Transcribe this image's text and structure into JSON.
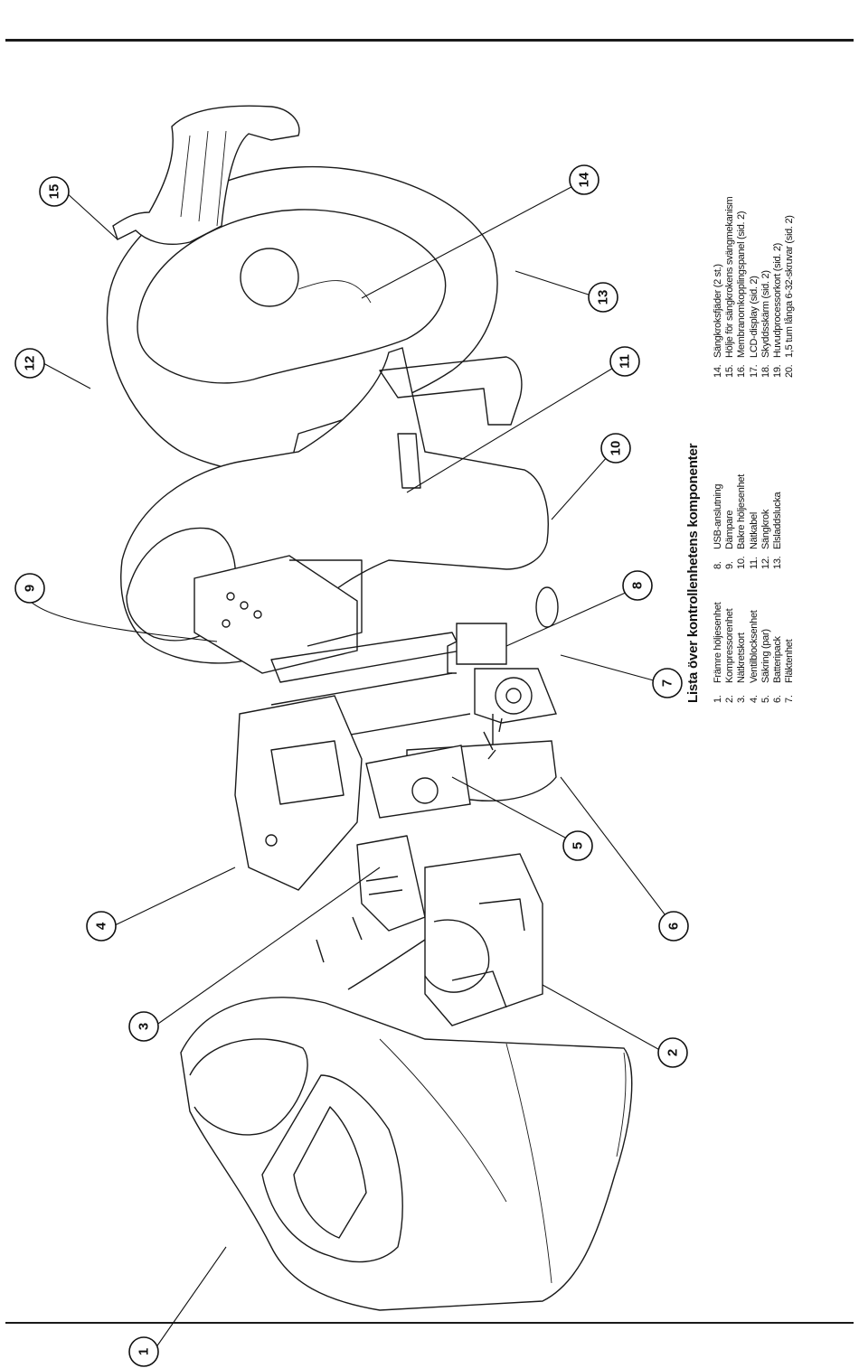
{
  "legend": {
    "title": "Lista över kontrollenhetens komponenter",
    "items": [
      {
        "num": "1.",
        "label": "Främre höljesenhet"
      },
      {
        "num": "2.",
        "label": "Kompressorenhet"
      },
      {
        "num": "3.",
        "label": "Nätkretskort"
      },
      {
        "num": "4.",
        "label": "Ventilblocksenhet"
      },
      {
        "num": "5.",
        "label": "Säkring (par)"
      },
      {
        "num": "6.",
        "label": "Batteripack"
      },
      {
        "num": "7.",
        "label": "Fläktenhet"
      },
      {
        "num": "8.",
        "label": "USB-anslutning"
      },
      {
        "num": "9.",
        "label": "Dämpare"
      },
      {
        "num": "10.",
        "label": "Bakre höljesenhet"
      },
      {
        "num": "11.",
        "label": "Nätkabel"
      },
      {
        "num": "12.",
        "label": "Sängkrok"
      },
      {
        "num": "13.",
        "label": "Elsladdslucka"
      },
      {
        "num": "14.",
        "label": "Sängkroksfjäder (2 st.)"
      },
      {
        "num": "15.",
        "label": "Hölje för sängkrokens svängmekanism"
      },
      {
        "num": "16.",
        "label": "Membranomkopplingspanel (sid. 2)"
      },
      {
        "num": "17.",
        "label": "LCD-display (sid. 2)"
      },
      {
        "num": "18.",
        "label": "Skyddsskärm (sid. 2)"
      },
      {
        "num": "19.",
        "label": "Huvudprocessorkort (sid. 2)"
      },
      {
        "num": "20.",
        "label": "1,5 tum långa 6-32-skruvar (sid. 2)"
      }
    ]
  },
  "callouts": [
    "1",
    "2",
    "3",
    "4",
    "5",
    "6",
    "7",
    "8",
    "9",
    "10",
    "11",
    "12",
    "13",
    "14",
    "15"
  ]
}
